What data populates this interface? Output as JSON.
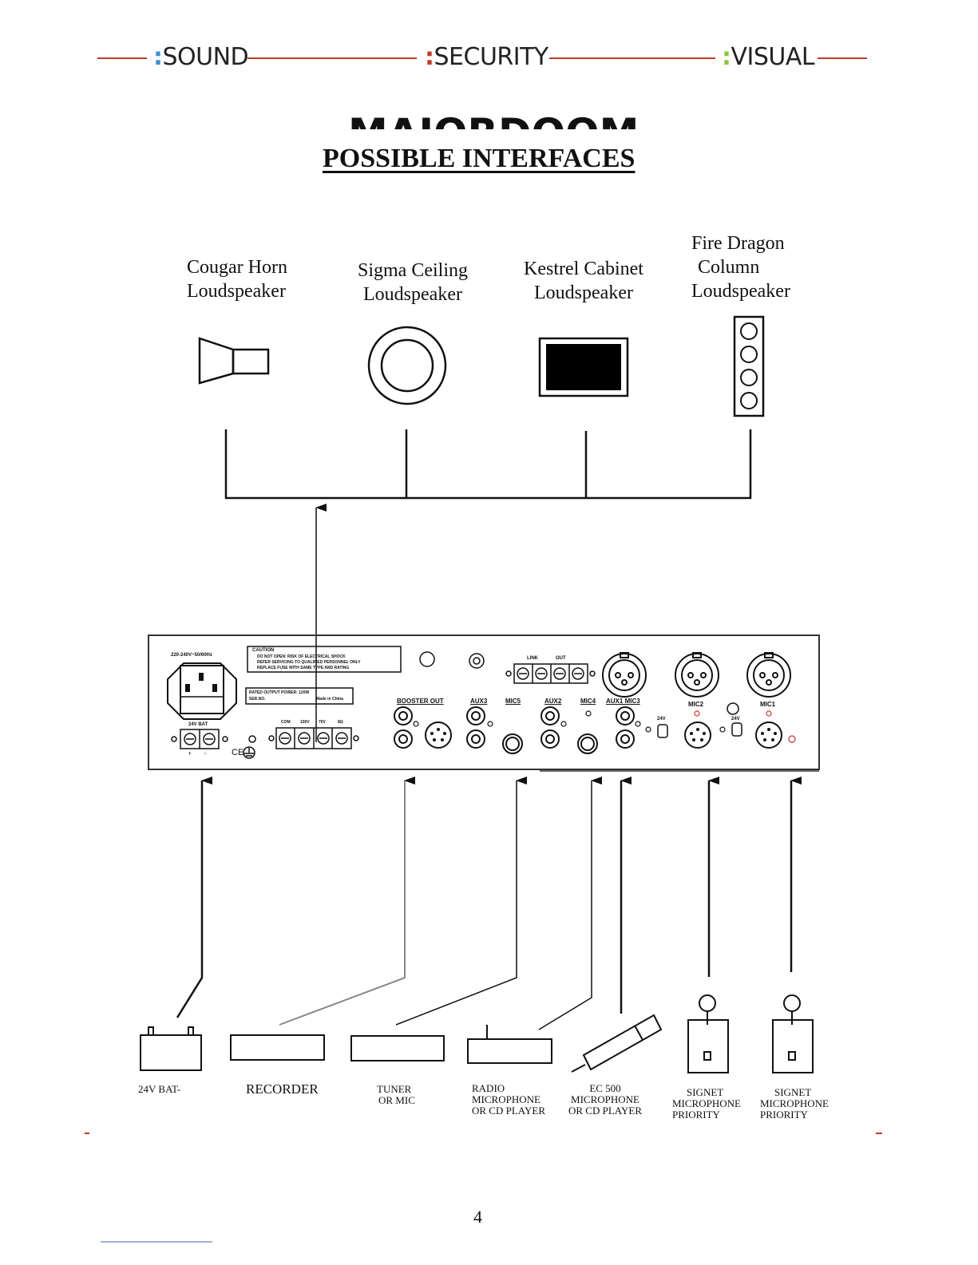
{
  "header": {
    "brands": [
      {
        "text": "SOUND",
        "color": "#3b8ed0"
      },
      {
        "text": "SECURITY",
        "color": "#c0392b"
      },
      {
        "text": "VISUAL",
        "color": "#8dc63f"
      }
    ],
    "colon": ":",
    "line_color": "#c0392b"
  },
  "partial_title": "MAJORDOOM",
  "title": "POSSIBLE INTERFACES",
  "speakers": [
    {
      "lines": [
        "Cougar Horn",
        "Loudspeaker"
      ]
    },
    {
      "lines": [
        "Sigma Ceiling",
        "Loudspeaker"
      ]
    },
    {
      "lines": [
        "Kestrel Cabinet",
        "Loudspeaker"
      ]
    },
    {
      "lines": [
        "Fire Dragon",
        "Column",
        "Loudspeaker"
      ]
    }
  ],
  "panel": {
    "power_rating": "220-240V~50/60Hz",
    "caution_title": "CAUTION",
    "caution_lines": [
      "DO NOT OPEN: RISK OF ELECTRICAL SHOCK",
      "REFER SERVICING TO QUALIFIED PERSONNEL ONLY",
      "REPLACE FUSE WITH SAME TYPE AND RATING"
    ],
    "rating_lines": [
      "RATED OUTPUT POWER: 120W",
      "SER.NO.",
      "Made in China"
    ],
    "battery_label": "24V BAT",
    "battery_terminals": [
      "+",
      "-"
    ],
    "output_labels": [
      "COM",
      "100V",
      "70V",
      "8Ω"
    ],
    "link_labels": [
      "LINK",
      "OUT"
    ],
    "port_labels": [
      "BOOSTER OUT",
      "AUX3",
      "MIC5",
      "AUX2",
      "MIC4",
      "AUX1 MIC3",
      "MIC2",
      "MIC1"
    ],
    "phantom_label": "24V",
    "ce_mark": "CE"
  },
  "devices": [
    {
      "lines": [
        "24V BAT-"
      ]
    },
    {
      "lines": [
        "RECORDER"
      ]
    },
    {
      "lines": [
        "TUNER",
        "OR MIC"
      ]
    },
    {
      "lines": [
        "RADIO",
        "MICROPHONE",
        "OR CD PLAYER"
      ]
    },
    {
      "lines": [
        "EC 500",
        "MICROPHONE",
        "OR CD PLAYER"
      ]
    },
    {
      "lines": [
        "SIGNET",
        "MICROPHONE",
        "PRIORITY"
      ]
    },
    {
      "lines": [
        "SIGNET",
        "MICROPHONE",
        "PRIORITY"
      ]
    }
  ],
  "page_number": "4"
}
